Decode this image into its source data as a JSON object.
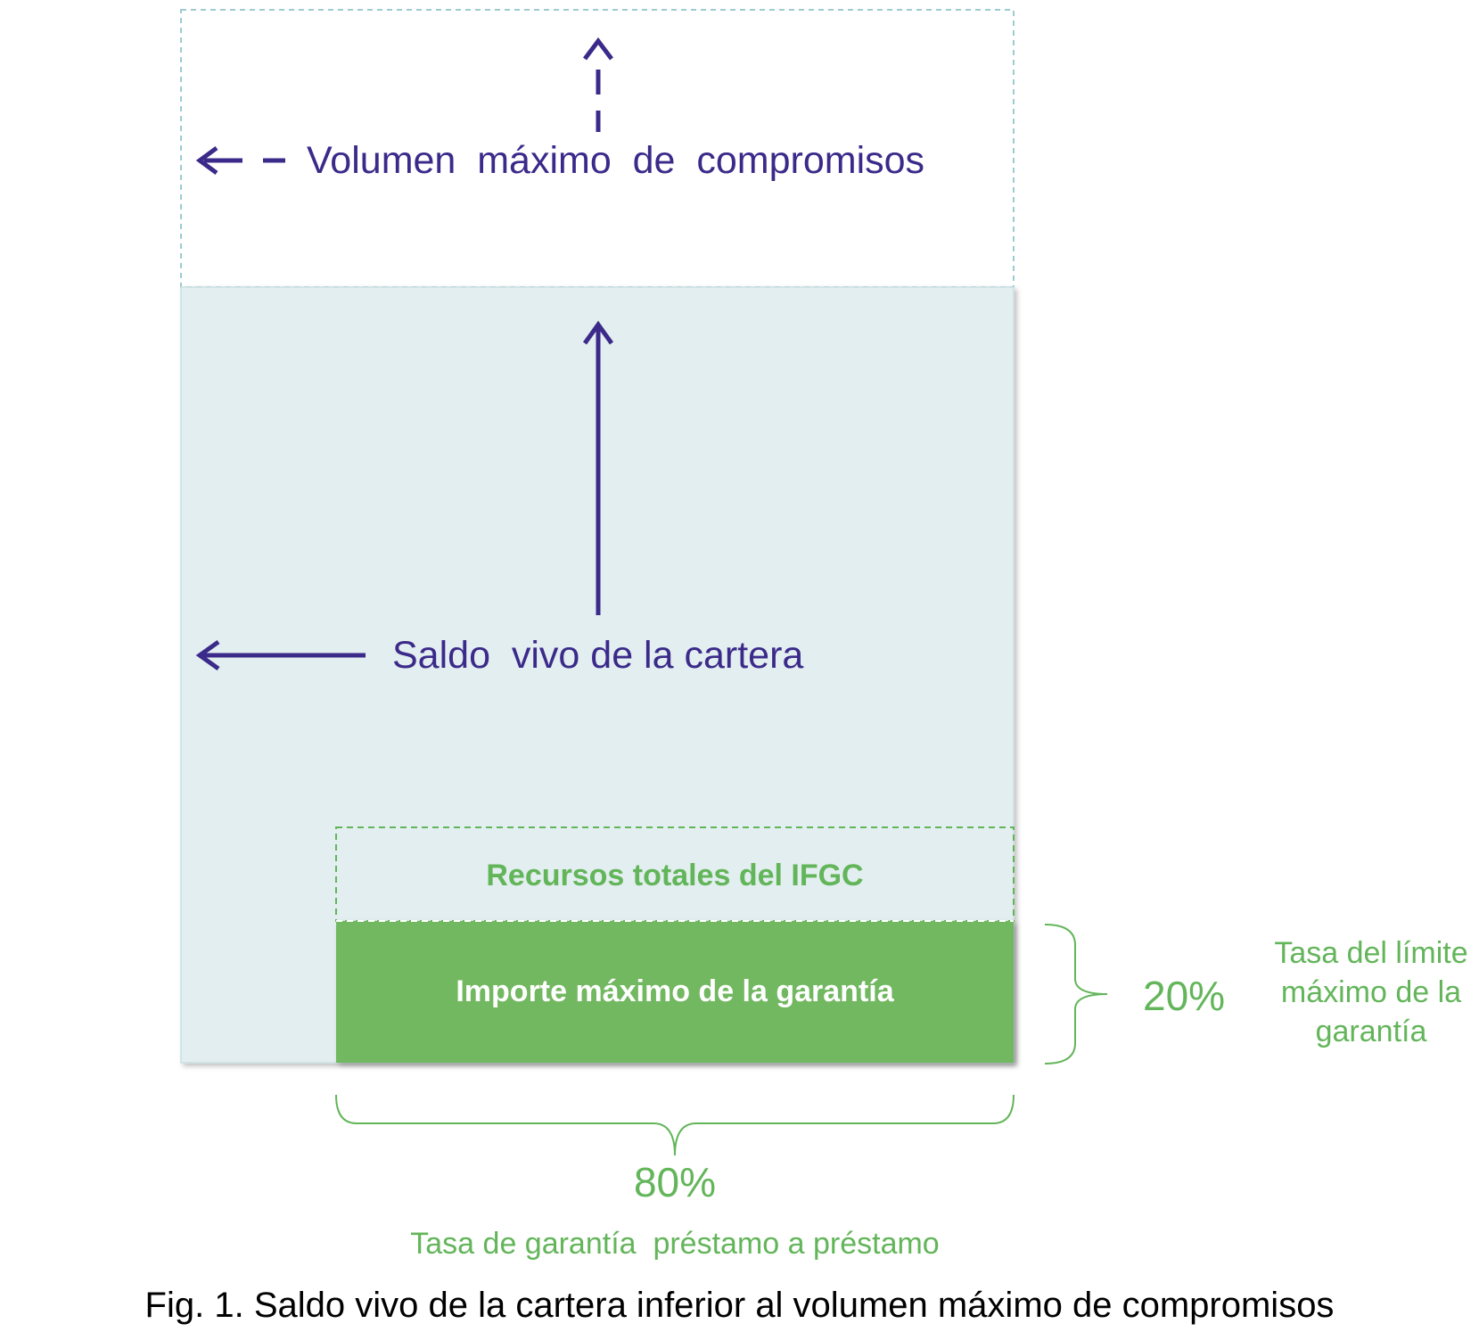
{
  "labels": {
    "max_commitments": "Volumen  máximo  de  compromisos",
    "outstanding_balance": "Saldo  vivo de la cartera",
    "total_resources": "Recursos totales del IFGC",
    "max_guarantee_amount": "Importe máximo de la garantía",
    "pct_20": "20%",
    "max_guarantee_rate": [
      "Tasa del límite",
      "máximo de la",
      "garantía"
    ],
    "pct_80": "80%",
    "loan_guarantee_rate": "Tasa de garantía  préstamo a préstamo"
  },
  "caption": "Fig. 1. Saldo vivo de la cartera inferior al volumen máximo de compromisos",
  "colors": {
    "purple": "#3b2a8a",
    "green": "#63b55a",
    "fill_green": "#72b861",
    "pale_blue": "#e2eeef"
  }
}
